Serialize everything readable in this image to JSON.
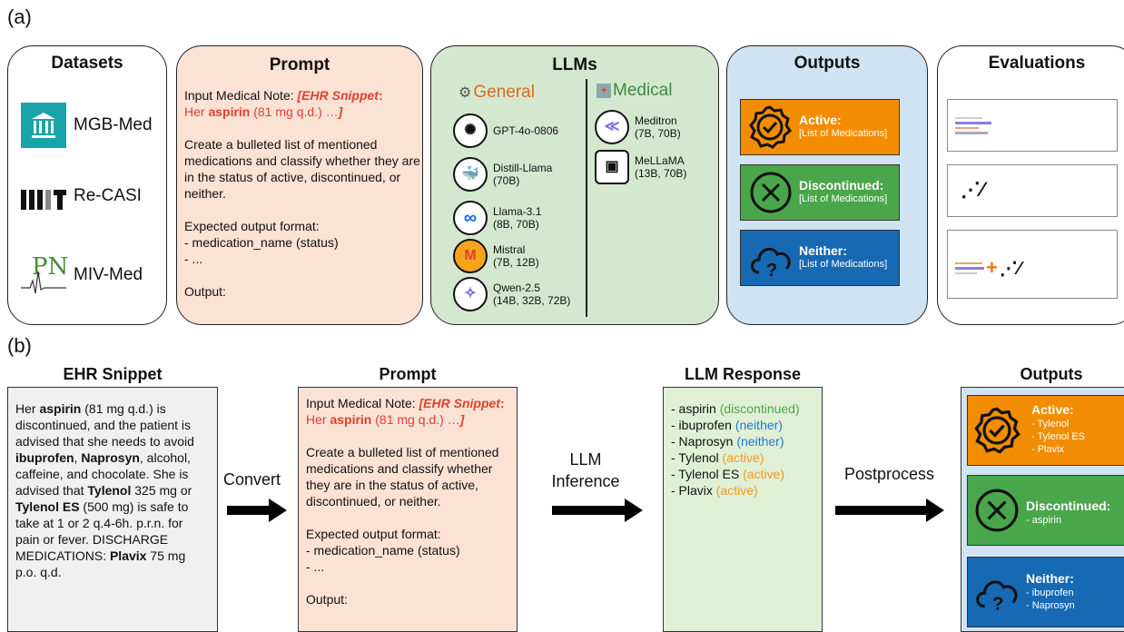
{
  "panel_a_label": "(a)",
  "panel_b_label": "(b)",
  "datasets": {
    "title": "Datasets",
    "items": [
      "MGB-Med",
      "Re-CASI",
      "MIV-Med"
    ]
  },
  "prompt_a": {
    "title": "Prompt",
    "line1_prefix": "Input Medical Note: ",
    "line1_snippet": "[EHR Snippet",
    "line1_colon": ":",
    "line2_pre": "Her ",
    "line2_bold": "aspirin",
    "line2_post": " (81 mg q.d.) …",
    "line2_end": "]",
    "instruction": "Create a bulleted list of mentioned medications and classify whether they are in the status of active, discontinued, or neither.",
    "format_label": "Expected output format:",
    "format_line": "- medication_name (status)",
    "format_more": "- ...",
    "output_label": "Output:"
  },
  "llms": {
    "title": "LLMs",
    "general_label": "General",
    "medical_label": "Medical",
    "general": [
      {
        "name": "GPT-4o-0806",
        "size": ""
      },
      {
        "name": "Distill-Llama",
        "size": "(70B)"
      },
      {
        "name": "Llama-3.1",
        "size": "(8B, 70B)"
      },
      {
        "name": "Mistral",
        "size": "(7B, 12B)"
      },
      {
        "name": "Qwen-2.5",
        "size": "(14B, 32B, 72B)"
      }
    ],
    "medical": [
      {
        "name": "Meditron",
        "size": "(7B, 70B)"
      },
      {
        "name": "MeLLaMA",
        "size": "(13B, 70B)"
      }
    ]
  },
  "outputs_a": {
    "title": "Outputs",
    "cards": [
      {
        "label": "Active:",
        "sub": "[List of Medications]",
        "color": "#f28c00"
      },
      {
        "label": "Discontinued:",
        "sub": "[List of Medications]",
        "color": "#4aa64a"
      },
      {
        "label": "Neither:",
        "sub": "[List of Medications]",
        "color": "#1769b3"
      }
    ]
  },
  "evaluations": {
    "title": "Evaluations"
  },
  "ehr": {
    "title": "EHR Snippet",
    "t1": "Her ",
    "b1": "aspirin",
    "t2": " (81 mg q.d.) is discontinued, and the patient is advised that she needs to avoid ",
    "b2": "ibuprofen",
    "t3": ", ",
    "b3": "Naprosyn",
    "t4": ", alcohol, caffeine, and chocolate. She is advised that ",
    "b4": "Tylenol",
    "t5": " 325 mg or ",
    "b5": "Tylenol ES",
    "t6": " (500 mg) is safe to take at 1 or 2 q.4-6h. p.r.n. for pain or fever. DISCHARGE MEDICATIONS: ",
    "b6": "Plavix",
    "t7": " 75 mg p.o. q.d."
  },
  "arrows": {
    "convert": "Convert",
    "inference_1": "LLM",
    "inference_2": "Inference",
    "postprocess": "Postprocess"
  },
  "prompt_b": {
    "title": "Prompt",
    "line1_prefix": "Input Medical Note: ",
    "line1_snippet": "[EHR Snippet",
    "line1_colon": ":",
    "line2_pre": "Her ",
    "line2_bold": "aspirin",
    "line2_post": " (81 mg q.d.) …",
    "line2_end": "]",
    "instruction": "Create a bulleted list of mentioned medications and classify whether they are in the status of active, discontinued, or neither.",
    "format_label": "Expected output format:",
    "format_line": "- medication_name (status)",
    "format_more": "-   ...",
    "output_label": "Output:"
  },
  "response": {
    "title": "LLM Response",
    "items": [
      {
        "med": "- aspirin ",
        "status": "(discontinued)",
        "kind": "disc"
      },
      {
        "med": "- ibuprofen ",
        "status": "(neither)",
        "kind": "neither"
      },
      {
        "med": "- Naprosyn ",
        "status": "(neither)",
        "kind": "neither"
      },
      {
        "med": "- Tylenol ",
        "status": "(active)",
        "kind": "active"
      },
      {
        "med": "- Tylenol ES ",
        "status": "(active)",
        "kind": "active"
      },
      {
        "med": "- Plavix ",
        "status": "(active)",
        "kind": "active"
      }
    ]
  },
  "outputs_b": {
    "title": "Outputs",
    "active_label": "Active:",
    "active_items": [
      "- Tylenol",
      "- Tylenol ES",
      "- Plavix"
    ],
    "disc_label": "Discontinued:",
    "disc_items": [
      "- aspirin"
    ],
    "neither_label": "Neither:",
    "neither_items": [
      "- ibuprofen",
      "- Naprosyn"
    ]
  }
}
